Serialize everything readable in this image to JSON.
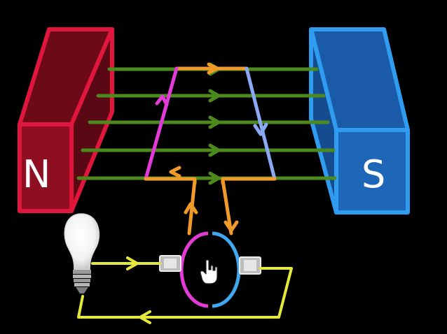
{
  "magnets": {
    "north": {
      "label": "N",
      "color": "#e0163c",
      "face": "#8e0f22"
    },
    "south": {
      "label": "S",
      "color": "#2f9cf0",
      "face": "#1d66b8"
    }
  },
  "field_lines": {
    "color": "#4c8a1e",
    "count": 5
  },
  "coil": {
    "left_side_color": "#e43ad8",
    "right_side_color": "#8aa8f4",
    "top_and_bottom_color": "#f09a2a"
  },
  "commutator": {
    "left_half_color": "#e43ad8",
    "right_half_color": "#3fa8f0",
    "center_icon": "hand-pointer-icon"
  },
  "external_circuit": {
    "wire_color": "#e3e83a",
    "load_icon": "light-bulb-icon"
  }
}
